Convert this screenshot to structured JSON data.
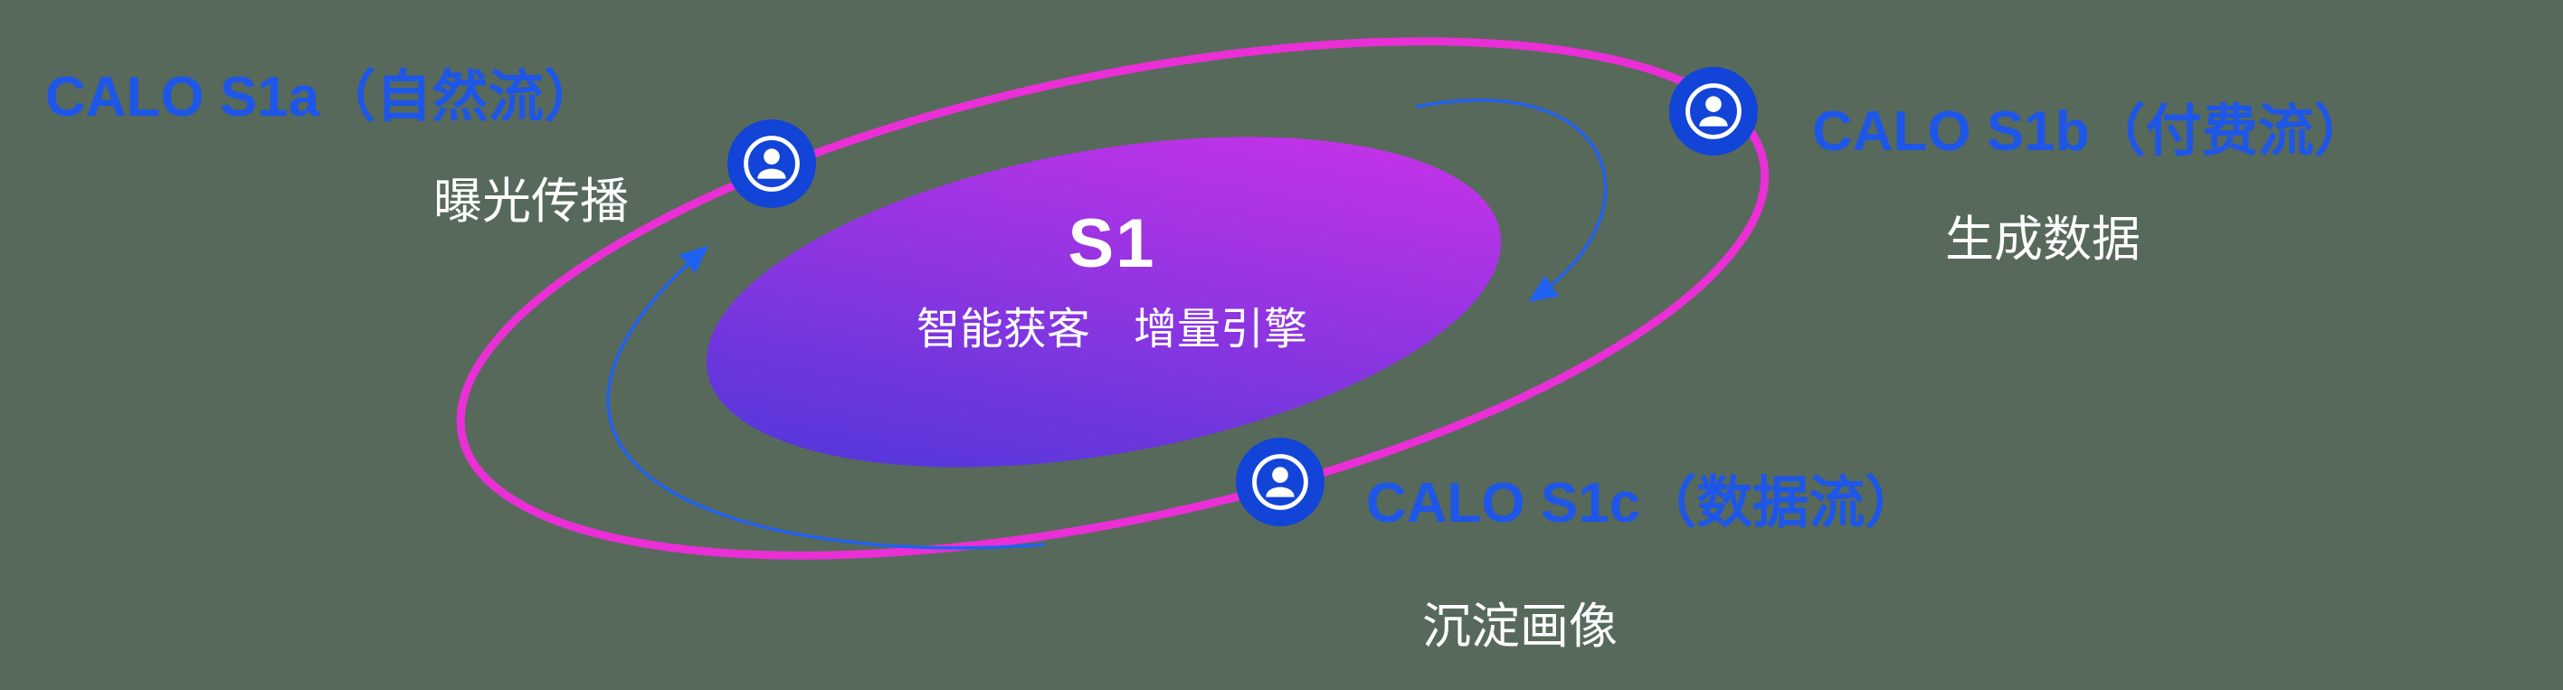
{
  "diagram_title": "S1 智能获客 增量引擎 orbit diagram",
  "center": {
    "title": "S1",
    "subtitle": "智能获客　增量引擎"
  },
  "nodes": [
    {
      "id": "s1a",
      "label": "CALO S1a（自然流）",
      "sublabel": "曝光传播"
    },
    {
      "id": "s1b",
      "label": "CALO S1b（付费流）",
      "sublabel": "生成数据"
    },
    {
      "id": "s1c",
      "label": "CALO S1c（数据流）",
      "sublabel": "沉淀画像"
    }
  ],
  "icons": {
    "node_icon": "user-in-circle"
  },
  "colors": {
    "background": "#57695b",
    "label_blue": "#1e56e8",
    "text_white": "#ffffff",
    "icon_blue": "#1244d8",
    "arrow_blue": "#2161f0",
    "orbit_pink": "#ea2fd6",
    "gradient_from": "#4338d8",
    "gradient_to": "#d632ea"
  }
}
